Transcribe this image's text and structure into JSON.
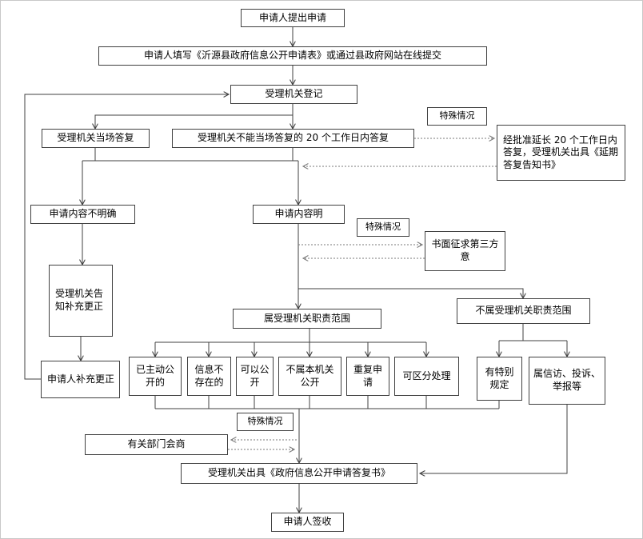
{
  "labels": {
    "special_case": "特殊情况"
  },
  "nodes": {
    "applicant_submit": "申请人提出申请",
    "fill_form": "申请人填写《沂源县政府信息公开申请表》或通过县政府网站在线提交",
    "register": "受理机关登记",
    "reply_onsite": "受理机关当场答复",
    "reply_20days": "受理机关不能当场答复的 20 个工作日内答复",
    "extend_reply": "经批准延长 20 个工作日内答复，受理机关出具《延期答复告知书》",
    "content_unclear": "申请内容不明确",
    "content_clear": "申请内容明",
    "third_party": "书面征求第三方意",
    "notify_supplement": "受理机关告知补充更正",
    "in_scope": "属受理机关职责范围",
    "out_scope": "不属受理机关职责范围",
    "applicant_supplement": "申请人补充更正",
    "already_public": "已主动公开的",
    "info_not_exist": "信息不存在的",
    "can_public": "可以公开",
    "not_this_org": "不属本机关公开",
    "repeat_apply": "重复申请",
    "separable": "可区分处理",
    "special_rule": "有特别规定",
    "petition": "属信访、投诉、举报等",
    "consult": "有关部门会商",
    "issue_reply": "受理机关出具《政府信息公开申请答复书》",
    "sign_receive": "申请人签收"
  }
}
